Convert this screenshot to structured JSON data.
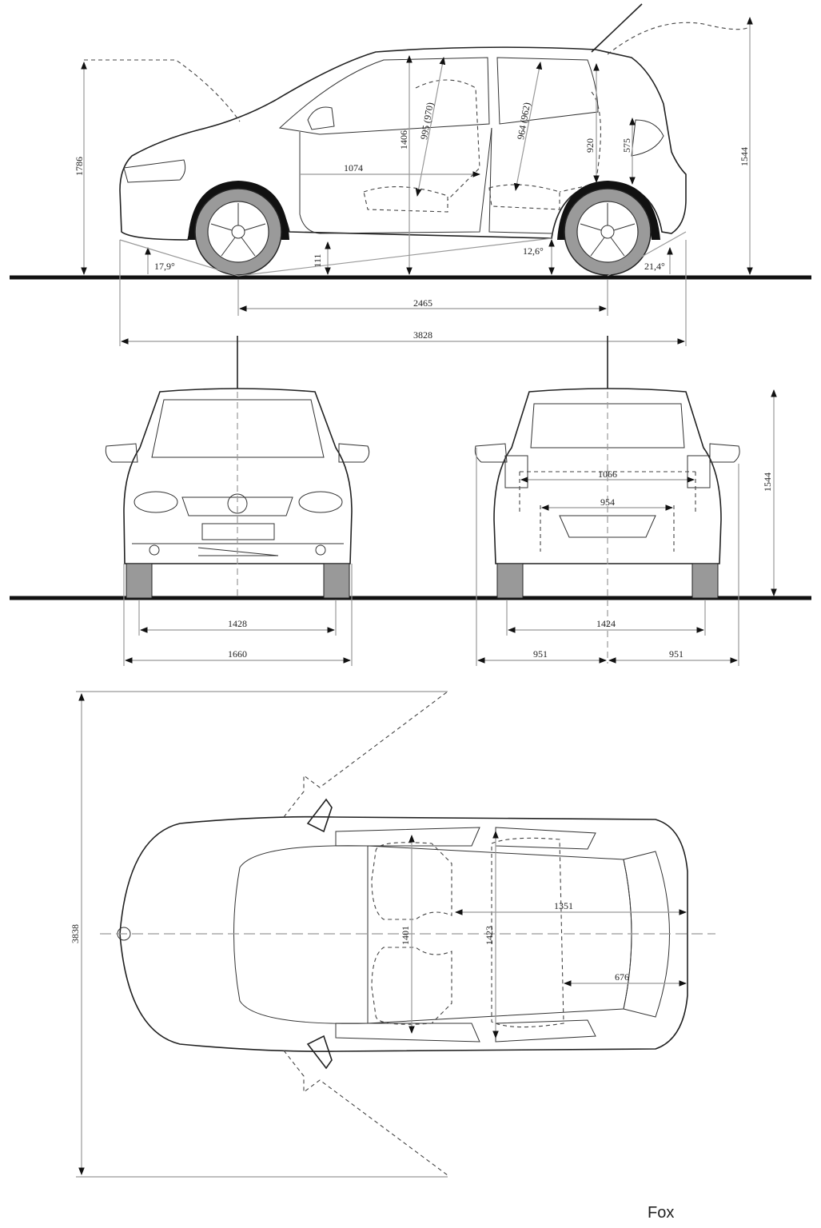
{
  "model_name": "Fox",
  "side_view": {
    "overall_height": "1786",
    "approach_angle": "17,9°",
    "ground_clearance": "111",
    "front_legroom": "1074",
    "interior_height": "1406",
    "front_headroom": "995 (970)",
    "rear_headroom": "964 (962)",
    "tailgate_opening_height": "920",
    "rear_window_height": "575",
    "height": "1544",
    "ramp_angle": "12,6°",
    "departure_angle": "21,4°",
    "wheelbase": "2465",
    "overall_length": "3828"
  },
  "front_view": {
    "front_track": "1428",
    "width": "1660"
  },
  "rear_view": {
    "upper_load_width": "1066",
    "lower_load_width": "954",
    "height": "1544",
    "rear_track": "1424",
    "half_width_left": "951",
    "half_width_right": "951"
  },
  "top_view": {
    "length_with_doors": "3838",
    "front_interior_width": "1401",
    "rear_interior_width": "1423",
    "load_length_seats_up": "1351",
    "load_length": "676"
  }
}
